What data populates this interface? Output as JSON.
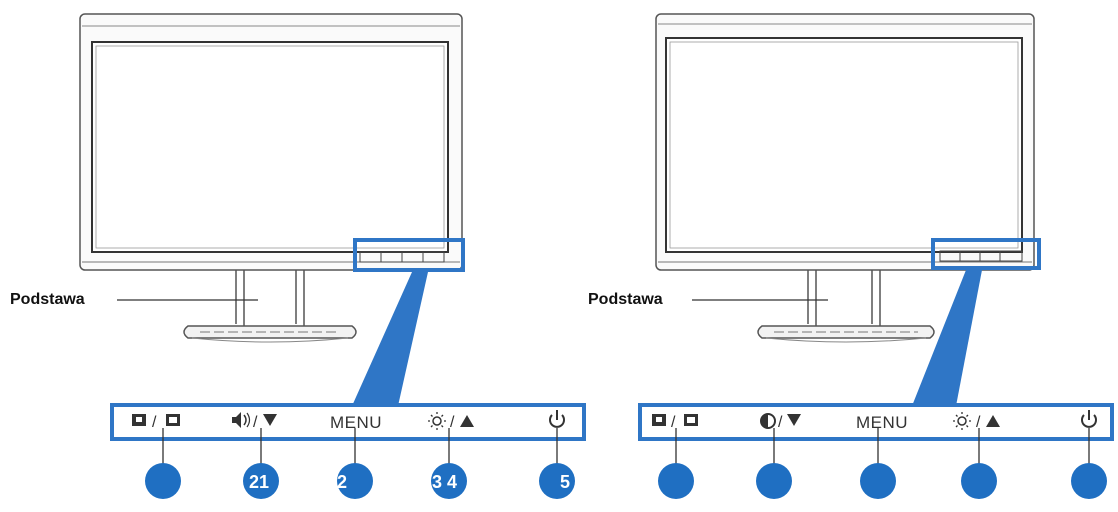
{
  "stand_label": "Podstawa",
  "accent_color": "#2f76c6",
  "callout_color": "#1f6fc2",
  "left_panel": {
    "buttons": [
      {
        "icon": "input-select-icon",
        "symbol": "/"
      },
      {
        "icon": "volume-down-icon",
        "symbol": "/ ▼"
      },
      {
        "icon": "menu-label",
        "text": "MENU"
      },
      {
        "icon": "brightness-up-icon",
        "symbol": "/ ▲"
      },
      {
        "icon": "power-icon"
      }
    ],
    "callouts": [
      "",
      "21",
      "2",
      "3 4",
      "5"
    ]
  },
  "right_panel": {
    "buttons": [
      {
        "icon": "input-select-icon",
        "symbol": "/"
      },
      {
        "icon": "contrast-down-icon",
        "symbol": "/ ▼"
      },
      {
        "icon": "menu-label",
        "text": "MENU"
      },
      {
        "icon": "brightness-up-icon",
        "symbol": "/ ▲"
      },
      {
        "icon": "power-icon"
      }
    ],
    "callouts": [
      "",
      "",
      "",
      "",
      ""
    ]
  }
}
